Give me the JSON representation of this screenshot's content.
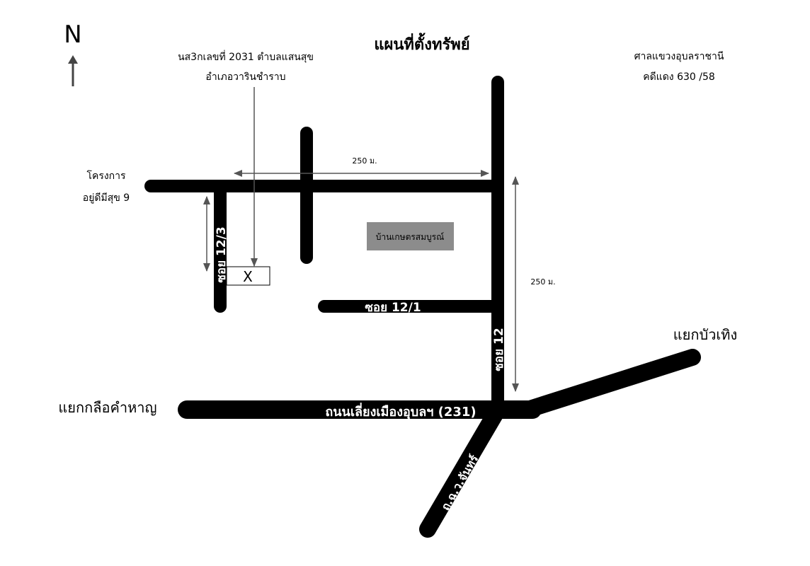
{
  "north_label": "N",
  "title": "แผนที่ตั้งทรัพย์",
  "property_note": {
    "line1": "นส3กเลขที่ 2031  ตำบลแสนสุข",
    "line2": "อำเภอวารินชำราบ"
  },
  "court": {
    "line1": "ศาลแขวงอุบลราชานี",
    "line2": "คดีแดง 630 /58"
  },
  "project": {
    "line1": "โครงการ",
    "line2": "อยู่ดีมีสุข 9"
  },
  "distance_horizontal": "250 ม.",
  "distance_vertical": "250 ม.",
  "landmark": "บ้านเกษตรสมบูรณ์",
  "landmark_color": "#8c8c8c",
  "property_marker": "X",
  "roads": {
    "soi_12_3": "ซอย 12/3",
    "soi_12_1": "ซอย 12/1",
    "soi_12": "ซอย 12",
    "main_road": "ถนนเลี่ยงเมืองอุบลฯ (231)",
    "chayangkun_road": "ถ.ฉ.ว.จันทร์"
  },
  "places": {
    "left_junction": "แยกกลือคำหาญ",
    "right_junction": "แยกบัวเทิง"
  }
}
